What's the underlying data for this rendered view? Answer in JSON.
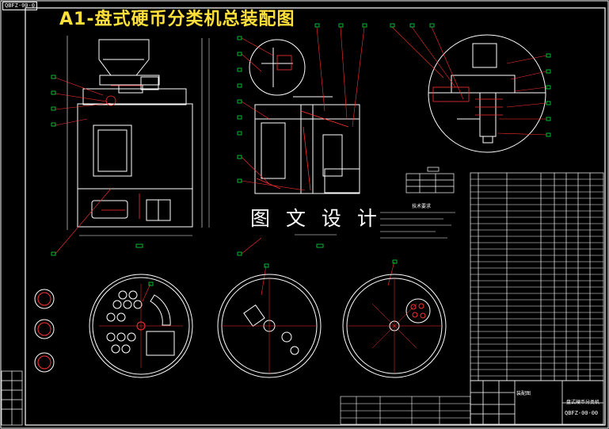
{
  "drawing": {
    "title": "A1-盘式硬币分类机总装配图",
    "corner_code": "QBFZ-00-0",
    "watermark": "图 文 设 计",
    "tech_requirements_title": "技术要求",
    "drawing_code": "QBFZ-00-00",
    "drawing_name": "盘式硬币分类机",
    "unit": "装配图"
  },
  "colors": {
    "background": "#000000",
    "line": "#ffffff",
    "leader": "#ff3030",
    "label": "#00e040",
    "title": "#ffe03a",
    "hatch": "#ff3030"
  }
}
